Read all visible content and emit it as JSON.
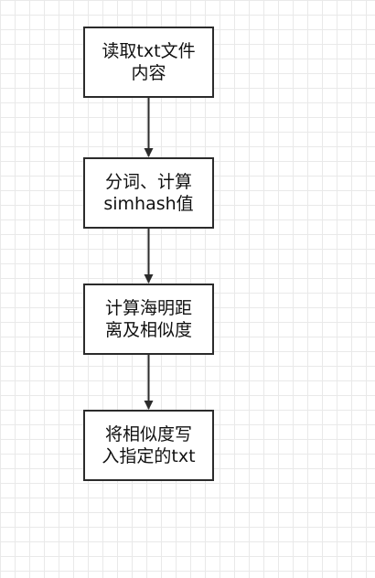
{
  "diagram": {
    "nodes": [
      {
        "id": "n1",
        "label": "读取txt文件\n内容"
      },
      {
        "id": "n2",
        "label": "分词、计算\nsimhash值"
      },
      {
        "id": "n3",
        "label": "计算海明距\n离及相似度"
      },
      {
        "id": "n4",
        "label": "将相似度写\n入指定的txt"
      }
    ],
    "edges": [
      {
        "from": "n1",
        "to": "n2"
      },
      {
        "from": "n2",
        "to": "n3"
      },
      {
        "from": "n3",
        "to": "n4"
      }
    ],
    "colors": {
      "stroke": "#2b2b2b",
      "fill": "#ffffff",
      "grid": "#e9e9e9"
    }
  }
}
